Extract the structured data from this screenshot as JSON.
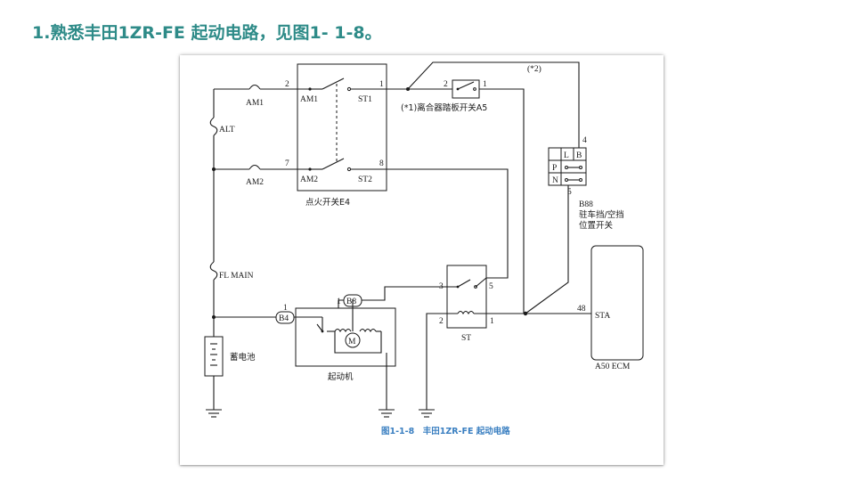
{
  "slide": {
    "title": "1.熟悉丰田1ZR-FE 起动电路，见图1- 1-8。"
  },
  "diagram": {
    "caption": "图1-1-8　丰田1ZR-FE 起动电路",
    "ignition_switch": {
      "name": "点火开关E4",
      "terminals": {
        "am1": "AM1",
        "st1": "ST1",
        "am2": "AM2",
        "st2": "ST2"
      },
      "pins": {
        "am1": "2",
        "st1": "1",
        "am2": "7",
        "st2": "8"
      }
    },
    "fuses": {
      "am1": "AM1",
      "alt": "ALT",
      "am2": "AM2",
      "fl_main": "FL MAIN"
    },
    "clutch_switch": {
      "name": "(*1)离合器踏板开关A5",
      "pin_left": "2",
      "pin_right": "1"
    },
    "note_star2": "(*2)",
    "park_neutral_switch": {
      "code": "B88",
      "name_line1": "驻车挡/空挡",
      "name_line2": "位置开关",
      "cells": {
        "l": "L",
        "b": "B",
        "p": "P",
        "n": "N"
      },
      "pin_top": "4",
      "pin_bottom": "5"
    },
    "st_relay": {
      "name": "ST",
      "pins": {
        "p3": "3",
        "p5": "5",
        "p2": "2",
        "p1": "1"
      }
    },
    "ecm": {
      "name": "A50 ECM",
      "terminal": "STA",
      "pin": "48"
    },
    "starter": {
      "name": "起动机",
      "connector_b4": "B4",
      "connector_b8": "B8",
      "pin_b4": "1",
      "pin_b8": "1",
      "motor": "M"
    },
    "battery": {
      "name": "蓄电池"
    }
  }
}
